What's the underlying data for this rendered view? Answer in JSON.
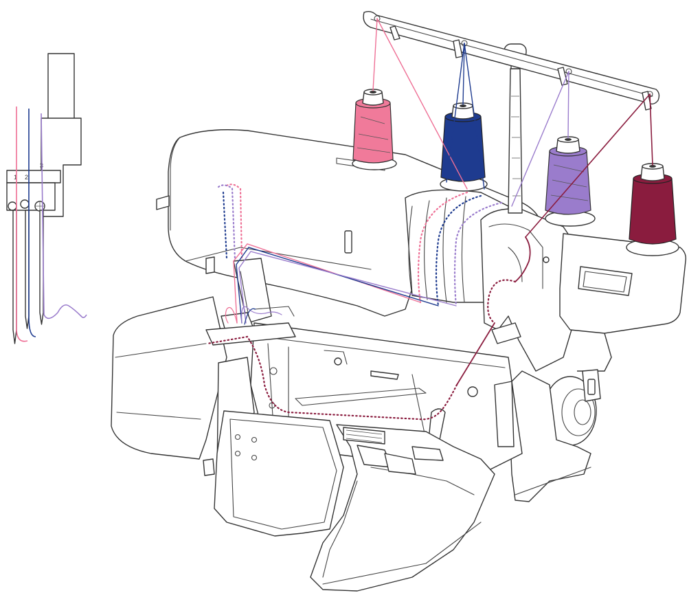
{
  "diagram": {
    "kind": "serger-threading-illustration",
    "needle_labels": [
      "1",
      "2",
      "3"
    ],
    "thread_colors": {
      "thread_1_pink": "#ee6f95",
      "thread_2_blue": "#1e3b8f",
      "thread_3_lavender": "#9a7ccc",
      "thread_4_burgundy": "#8a1c3e"
    },
    "spools": [
      {
        "name": "spool-pink",
        "color": "#f07a9a"
      },
      {
        "name": "spool-blue",
        "color": "#1e3b8f"
      },
      {
        "name": "spool-lavender",
        "color": "#9a7ccc"
      },
      {
        "name": "spool-burgundy",
        "color": "#8a1c3e"
      }
    ]
  }
}
